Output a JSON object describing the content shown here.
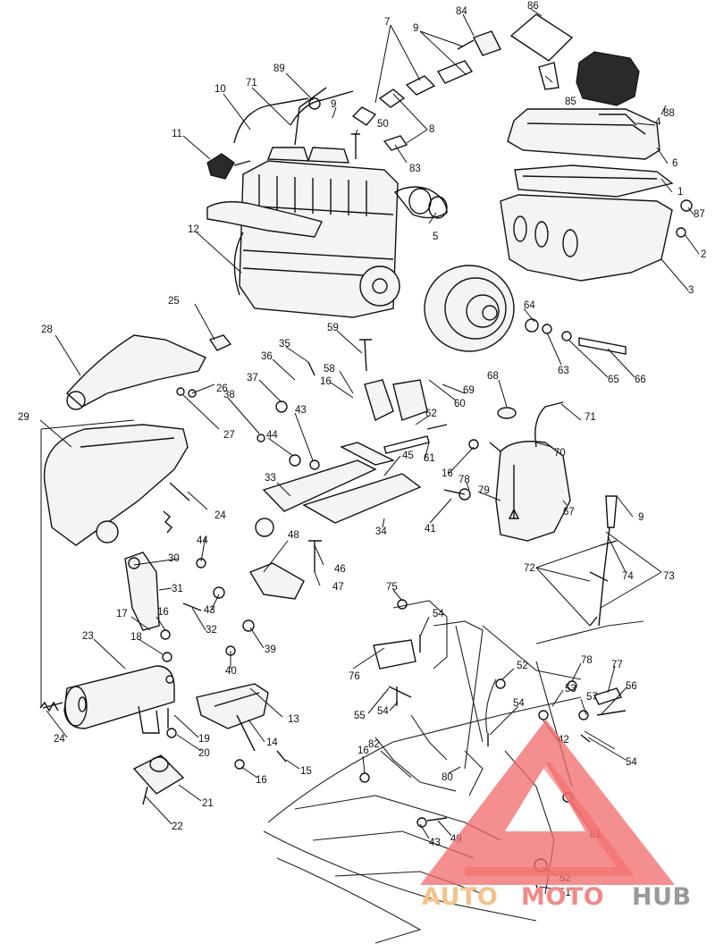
{
  "diagram": {
    "callouts": [
      {
        "id": "84",
        "text": "84"
      },
      {
        "id": "86",
        "text": "86"
      },
      {
        "id": "7",
        "text": "7"
      },
      {
        "id": "9a",
        "text": "9"
      },
      {
        "id": "89",
        "text": "89"
      },
      {
        "id": "71a",
        "text": "71"
      },
      {
        "id": "10",
        "text": "10"
      },
      {
        "id": "9b",
        "text": "9"
      },
      {
        "id": "85",
        "text": "85"
      },
      {
        "id": "88",
        "text": "88"
      },
      {
        "id": "4",
        "text": "4"
      },
      {
        "id": "50",
        "text": "50"
      },
      {
        "id": "8",
        "text": "8"
      },
      {
        "id": "11",
        "text": "11"
      },
      {
        "id": "83",
        "text": "83"
      },
      {
        "id": "6",
        "text": "6"
      },
      {
        "id": "1",
        "text": "1"
      },
      {
        "id": "87",
        "text": "87"
      },
      {
        "id": "5",
        "text": "5"
      },
      {
        "id": "2",
        "text": "2"
      },
      {
        "id": "12",
        "text": "12"
      },
      {
        "id": "3",
        "text": "3"
      },
      {
        "id": "25",
        "text": "25"
      },
      {
        "id": "28",
        "text": "28"
      },
      {
        "id": "59",
        "text": "59"
      },
      {
        "id": "64",
        "text": "64"
      },
      {
        "id": "35",
        "text": "35"
      },
      {
        "id": "36",
        "text": "36"
      },
      {
        "id": "63",
        "text": "63"
      },
      {
        "id": "65",
        "text": "65"
      },
      {
        "id": "66",
        "text": "66"
      },
      {
        "id": "26",
        "text": "26"
      },
      {
        "id": "58",
        "text": "58"
      },
      {
        "id": "37",
        "text": "37"
      },
      {
        "id": "16a",
        "text": "16"
      },
      {
        "id": "27",
        "text": "27"
      },
      {
        "id": "68",
        "text": "68"
      },
      {
        "id": "69",
        "text": "69"
      },
      {
        "id": "60",
        "text": "60"
      },
      {
        "id": "38",
        "text": "38"
      },
      {
        "id": "29",
        "text": "29"
      },
      {
        "id": "44a",
        "text": "44"
      },
      {
        "id": "43a",
        "text": "43"
      },
      {
        "id": "62",
        "text": "62"
      },
      {
        "id": "71b",
        "text": "71"
      },
      {
        "id": "70",
        "text": "70"
      },
      {
        "id": "61",
        "text": "61"
      },
      {
        "id": "45",
        "text": "45"
      },
      {
        "id": "16b",
        "text": "16"
      },
      {
        "id": "33",
        "text": "33"
      },
      {
        "id": "78a",
        "text": "78"
      },
      {
        "id": "79",
        "text": "79"
      },
      {
        "id": "24a",
        "text": "24"
      },
      {
        "id": "41",
        "text": "41"
      },
      {
        "id": "34",
        "text": "34"
      },
      {
        "id": "67",
        "text": "67"
      },
      {
        "id": "9c",
        "text": "9"
      },
      {
        "id": "48",
        "text": "48"
      },
      {
        "id": "44b",
        "text": "44"
      },
      {
        "id": "46",
        "text": "46"
      },
      {
        "id": "30",
        "text": "30"
      },
      {
        "id": "72",
        "text": "72"
      },
      {
        "id": "74",
        "text": "74"
      },
      {
        "id": "73",
        "text": "73"
      },
      {
        "id": "47",
        "text": "47"
      },
      {
        "id": "31",
        "text": "31"
      },
      {
        "id": "43b",
        "text": "43"
      },
      {
        "id": "75",
        "text": "75"
      },
      {
        "id": "17",
        "text": "17"
      },
      {
        "id": "16c",
        "text": "16"
      },
      {
        "id": "32",
        "text": "32"
      },
      {
        "id": "54a",
        "text": "54"
      },
      {
        "id": "23",
        "text": "23"
      },
      {
        "id": "18",
        "text": "18"
      },
      {
        "id": "39",
        "text": "39"
      },
      {
        "id": "76",
        "text": "76"
      },
      {
        "id": "40",
        "text": "40"
      },
      {
        "id": "52a",
        "text": "52"
      },
      {
        "id": "78b",
        "text": "78"
      },
      {
        "id": "77",
        "text": "77"
      },
      {
        "id": "53",
        "text": "53"
      },
      {
        "id": "56",
        "text": "56"
      },
      {
        "id": "55",
        "text": "55"
      },
      {
        "id": "54b",
        "text": "54"
      },
      {
        "id": "57",
        "text": "57"
      },
      {
        "id": "13",
        "text": "13"
      },
      {
        "id": "54c",
        "text": "54"
      },
      {
        "id": "24b",
        "text": "24"
      },
      {
        "id": "19",
        "text": "19"
      },
      {
        "id": "42",
        "text": "42"
      },
      {
        "id": "14",
        "text": "14"
      },
      {
        "id": "20",
        "text": "20"
      },
      {
        "id": "54d",
        "text": "54"
      },
      {
        "id": "16d",
        "text": "16"
      },
      {
        "id": "82",
        "text": "82"
      },
      {
        "id": "15",
        "text": "15"
      },
      {
        "id": "80",
        "text": "80"
      },
      {
        "id": "16e",
        "text": "16"
      },
      {
        "id": "21",
        "text": "21"
      },
      {
        "id": "22",
        "text": "22"
      },
      {
        "id": "43c",
        "text": "43"
      },
      {
        "id": "49",
        "text": "49"
      },
      {
        "id": "81",
        "text": "81"
      },
      {
        "id": "52b",
        "text": "52"
      },
      {
        "id": "51",
        "text": "51"
      }
    ],
    "watermark": {
      "word_1": "AUTO",
      "word_2": "MOTO",
      "word_3": "HUB",
      "colors": {
        "auto": "#f4c28a",
        "moto": "#f08a8a",
        "hub": "#9a9a9a",
        "triangle": "#f26a6a"
      }
    }
  }
}
